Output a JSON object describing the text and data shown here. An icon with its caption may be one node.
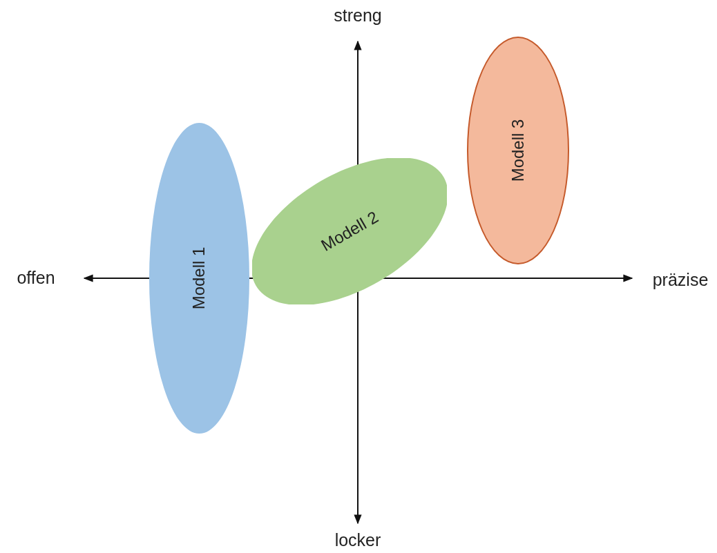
{
  "diagram": {
    "nodes": [
      {
        "text": [
          "Modell 1"
        ]
      },
      {
        "text": [
          "Modell 2"
        ]
      },
      {
        "text": [
          "Modell 3"
        ]
      }
    ],
    "labels": [
      "streng",
      "offen",
      "präzise",
      "locker"
    ]
  }
}
